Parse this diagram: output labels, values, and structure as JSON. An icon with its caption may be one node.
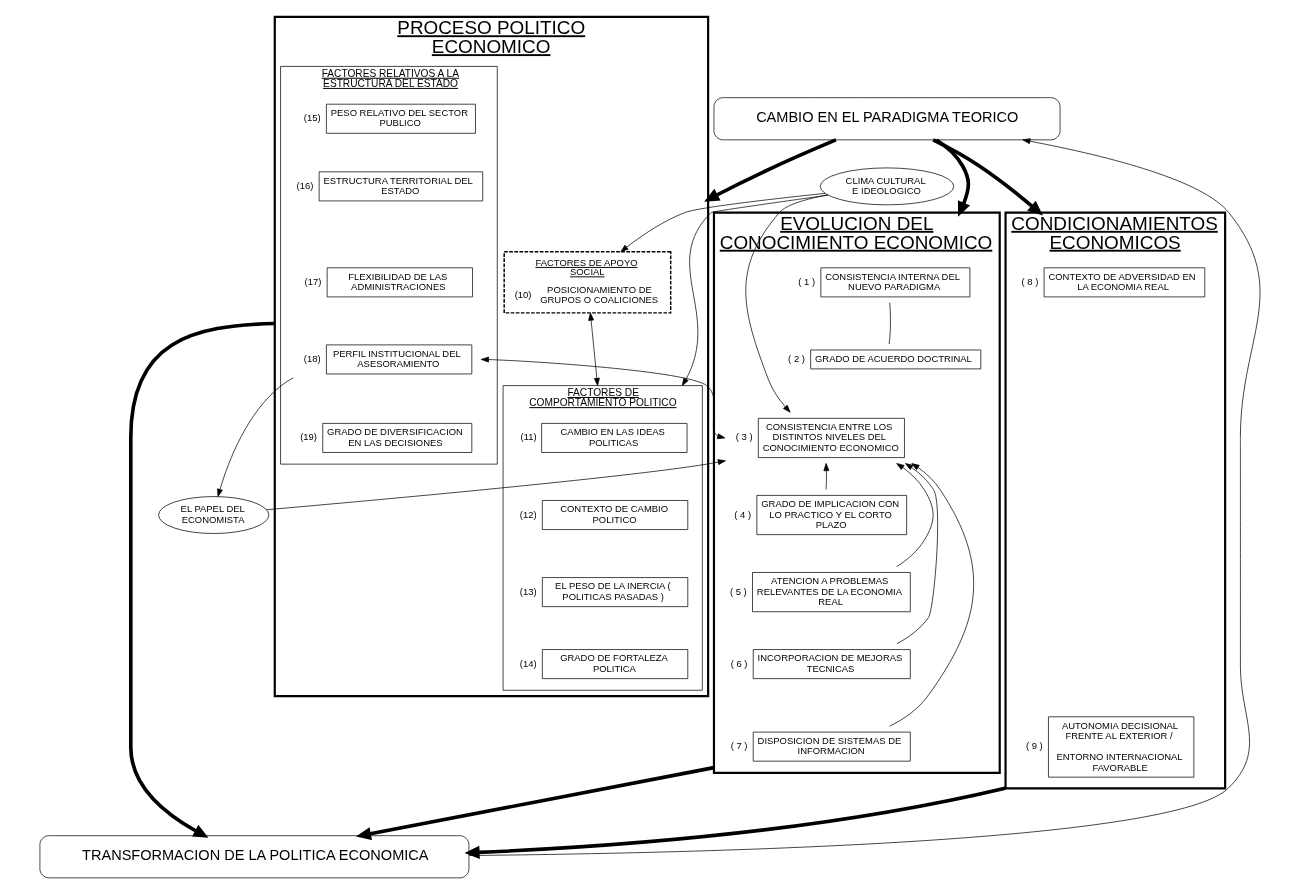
{
  "diagram": {
    "nodes": [
      {
        "text": [
          "CAMBIO EN EL PARADIGMA TEORICO"
        ]
      },
      {
        "text": [
          "EVOLUCION DEL CONOCIMIENTO ECONOMICO"
        ]
      },
      {
        "text": [
          "CONSISTENCIA INTERNA DEL NUEVO PARADIGMA"
        ],
        "in": 1,
        "beside": [
          "( 1 )"
        ]
      },
      {
        "text": [
          "GRADO DE ACUERDO DOCTRINAL"
        ],
        "in": 1,
        "beside": [
          "( 2 )"
        ]
      },
      {
        "text": [
          "CONSISTENCIA ENTRE LOS DISTINTOS NIVELES DEL CONOCIMIENTO ECONOMICO"
        ],
        "in": 1,
        "beside": [
          "( 3 )"
        ]
      },
      {
        "text": [
          "GRADO DE IMPLICACION CON LO PRACTICO Y EL CORTO PLAZO"
        ],
        "in": 1,
        "beside": [
          "( 4 )"
        ]
      },
      {
        "text": [
          "ATENCION A PROBLEMAS RELEVANTES DE LA ECONOMIA REAL"
        ],
        "in": 1,
        "beside": [
          "( 5 )"
        ]
      },
      {
        "text": [
          "INCORPORACION DE MEJORAS TECNICAS"
        ],
        "in": 1,
        "beside": [
          "( 6 )"
        ]
      },
      {
        "text": [
          "DISPOSICION DE SISTEMAS DE INFORMACION"
        ],
        "in": 1,
        "beside": [
          "( 7 )"
        ]
      },
      {
        "text": [
          "CONDICIONAMIENTOS ECONOMICOS"
        ]
      },
      {
        "text": [
          "CONTEXTO DE ADVERSIDAD EN LA ECONOMIA REAL"
        ],
        "in": 9,
        "beside": [
          "( 8 )"
        ]
      },
      {
        "text": [
          "AUTONOMIA DECISIONAL FRENTE AL EXTERIOR /",
          "ENTORNO INTERNACIONAL FAVORABLE"
        ],
        "in": 9,
        "beside": [
          "( 9 )"
        ]
      },
      {
        "text": [
          "CLIMA CULTURAL E IDEOLOGICO"
        ]
      },
      {
        "text": [
          "PROCESO POLITICO ECONOMICO"
        ]
      },
      {
        "text": [
          "FACTORES DE APOYO SOCIAL",
          "(10)",
          "POSICIONAMIENTO DE GRUPOS O COALICIONES"
        ],
        "in": 13
      },
      {
        "text": [
          "FACTORES DE COMPORTAMIENTO POLITICO"
        ],
        "in": 13
      },
      {
        "text": [
          "CAMBIO EN LAS IDEAS POLITICAS"
        ],
        "in": 15,
        "beside": [
          "(11)"
        ]
      },
      {
        "text": [
          "CONTEXTO DE CAMBIO POLITICO"
        ],
        "in": 15,
        "beside": [
          "(12)"
        ]
      },
      {
        "text": [
          "EL PESO DE LA INERCIA ( POLITICAS PASADAS )"
        ],
        "in": 15,
        "beside": [
          "(13)"
        ]
      },
      {
        "text": [
          "GRADO DE FORTALEZA POLITICA"
        ],
        "in": 15,
        "beside": [
          "(14)"
        ]
      },
      {
        "text": [
          "FACTORES RELATIVOS A LA ESTRUCTURA DEL ESTADO"
        ],
        "in": 13
      },
      {
        "text": [
          "PESO RELATIVO DEL SECTOR PUBLICO"
        ],
        "in": 20,
        "beside": [
          "(15)"
        ]
      },
      {
        "text": [
          "ESTRUCTURA TERRITORIAL DEL ESTADO"
        ],
        "in": 20,
        "beside": [
          "(16)"
        ]
      },
      {
        "text": [
          "FLEXIBILIDAD DE LAS ADMINISTRACIONES"
        ],
        "in": 20,
        "beside": [
          "(17)"
        ]
      },
      {
        "text": [
          "PERFIL INSTITUCIONAL DEL ASESORAMIENTO"
        ],
        "in": 20,
        "beside": [
          "(18)"
        ]
      },
      {
        "text": [
          "GRADO DE DIVERSIFICACION EN LAS DECISIONES"
        ],
        "in": 20,
        "beside": [
          "(19)"
        ]
      },
      {
        "text": [
          "EL PAPEL DEL ECONOMISTA"
        ]
      },
      {
        "text": [
          "TRANSFORMACION DE LA POLITICA ECONOMICA"
        ]
      }
    ],
    "edges": [
      {
        "from": 0,
        "to": 1,
        "arrow": "to",
        "style": "thick"
      },
      {
        "from": 0,
        "to": 9,
        "arrow": "to",
        "style": "thick"
      },
      {
        "from": 0,
        "to": 13,
        "arrow": "to",
        "style": "thick"
      },
      {
        "from": 2,
        "to": 3,
        "arrow": "none"
      },
      {
        "from": 5,
        "to": 4,
        "arrow": "to"
      },
      {
        "from": 6,
        "to": 4,
        "arrow": "to"
      },
      {
        "from": 7,
        "to": 4,
        "arrow": "to"
      },
      {
        "from": 8,
        "to": 4,
        "arrow": "to"
      },
      {
        "from": 12,
        "to": 4,
        "arrow": "to"
      },
      {
        "from": 12,
        "to": 14,
        "arrow": "to"
      },
      {
        "from": 12,
        "to": 15,
        "arrow": "to"
      },
      {
        "from": 14,
        "to": 15,
        "arrow": "both"
      },
      {
        "from": 26,
        "to": 4,
        "arrow": "to"
      },
      {
        "from": 24,
        "to": 26,
        "arrow": "to"
      },
      {
        "from": 24,
        "to": 4,
        "arrow": "both"
      },
      {
        "from": 1,
        "to": 27,
        "arrow": "to",
        "style": "thick"
      },
      {
        "from": 9,
        "to": 27,
        "arrow": "to",
        "style": "thick"
      },
      {
        "from": 13,
        "to": 27,
        "arrow": "to",
        "style": "thick"
      },
      {
        "from": 27,
        "to": 0,
        "arrow": "to"
      }
    ]
  }
}
